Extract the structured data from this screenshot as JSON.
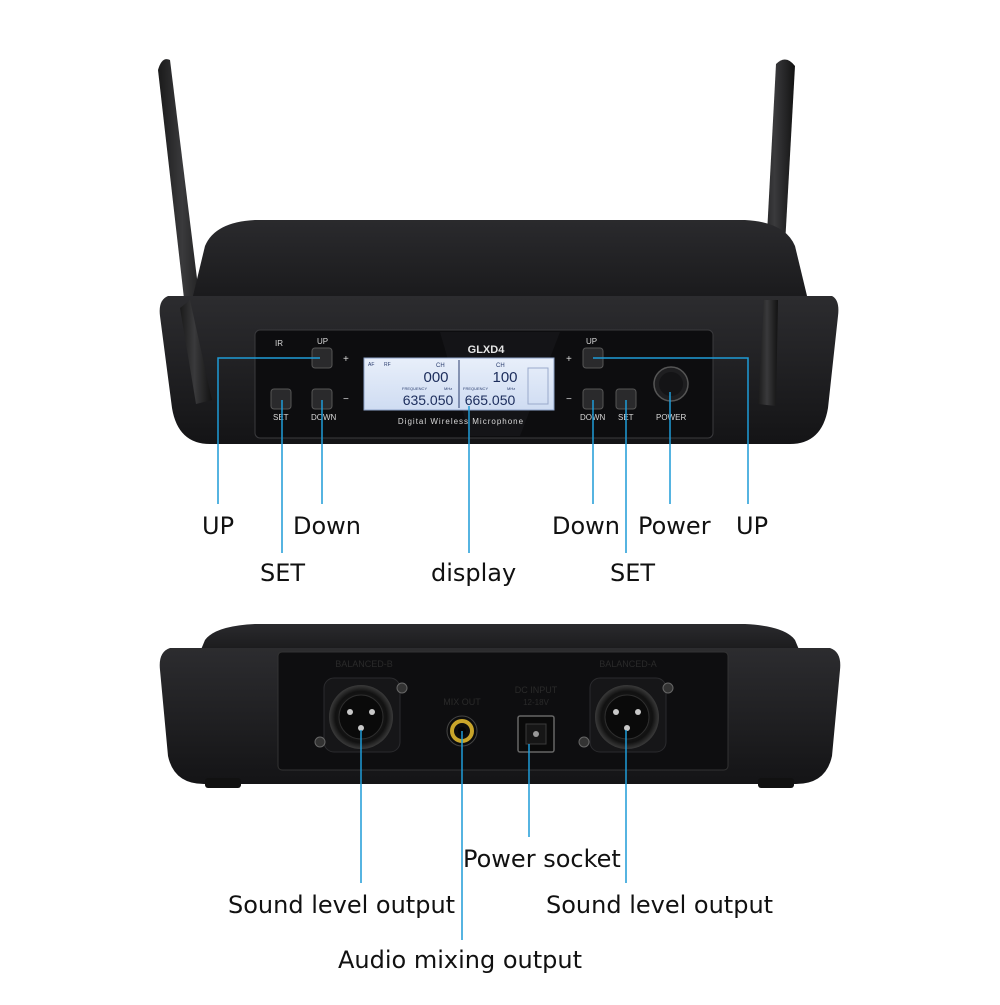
{
  "front_panel": {
    "model": "GLXD4",
    "tagline": "Digital Wireless Microphone",
    "button_labels": {
      "ir": "IR",
      "up_left": "UP",
      "set_left": "SET",
      "down_left": "DOWN",
      "up_right": "UP",
      "down_right": "DOWN",
      "set_right": "SET",
      "power": "POWER"
    },
    "signs": {
      "plus": "+",
      "minus": "−"
    },
    "lcd": {
      "channel_label": "CH",
      "frequency_label": "FREQUENCY",
      "unit": "MHz",
      "af_label": "AF",
      "rf_label": "RF",
      "left_channel": "000",
      "left_frequency": "635.050",
      "right_channel": "100",
      "right_frequency": "665.050"
    }
  },
  "rear_panel": {
    "balanced_b": "BALANCED-B",
    "balanced_a": "BALANCED-A",
    "mix_out": "MIX OUT",
    "dc_input": "DC INPUT",
    "dc_voltage": "12-18V"
  },
  "callouts": {
    "up_left": "UP",
    "down_left": "Down",
    "set_left": "SET",
    "display": "display",
    "down_right": "Down",
    "power": "Power",
    "up_right": "UP",
    "set_right": "SET",
    "power_socket": "Power socket",
    "sound_level_left": "Sound level output",
    "sound_level_right": "Sound level output",
    "audio_mixing": "Audio mixing output"
  },
  "colors": {
    "leader_line": "#1e9bd7",
    "lcd_background": "#dfe8f8",
    "device_body": "#1b1b1d",
    "panel": "#0d0d0f"
  }
}
